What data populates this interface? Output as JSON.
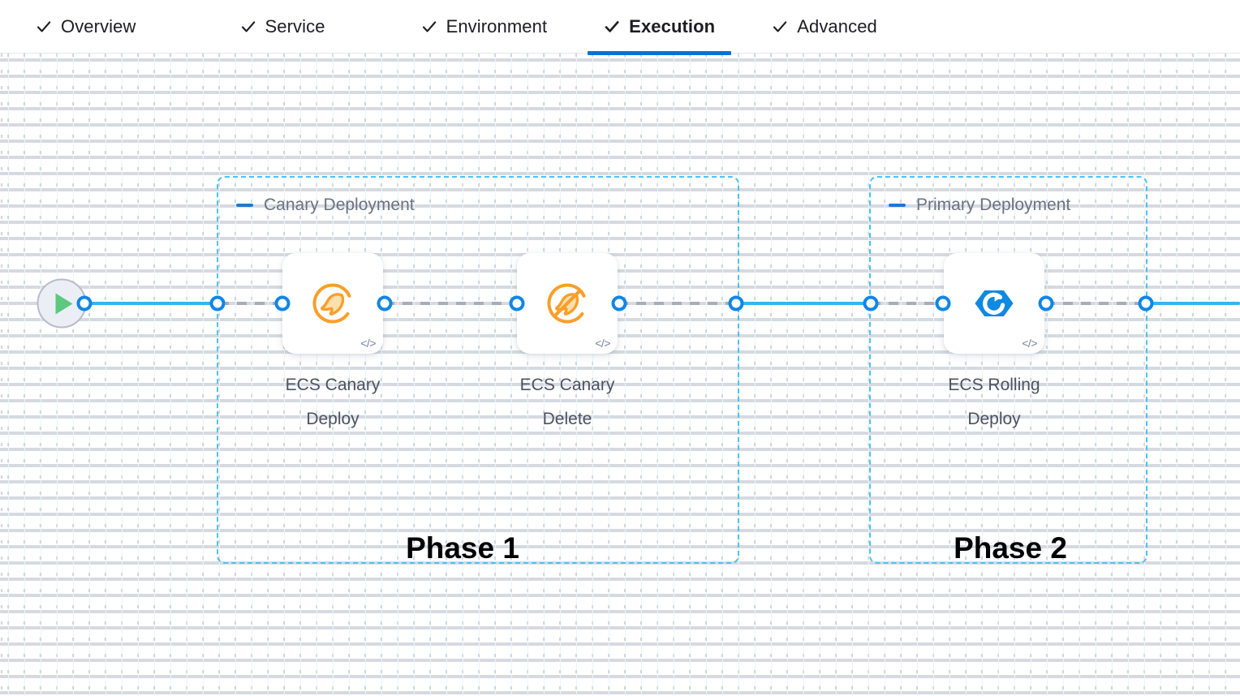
{
  "tabs": [
    {
      "id": "overview",
      "label": "Overview",
      "checked": true,
      "active": false
    },
    {
      "id": "service",
      "label": "Service",
      "checked": true,
      "active": false
    },
    {
      "id": "environment",
      "label": "Environment",
      "checked": true,
      "active": false
    },
    {
      "id": "execution",
      "label": "Execution",
      "checked": true,
      "active": true
    },
    {
      "id": "advanced",
      "label": "Advanced",
      "checked": true,
      "active": false
    }
  ],
  "canvas": {
    "start_node": {
      "icon": "play-icon"
    },
    "groups": [
      {
        "id": "canary",
        "title": "Canary Deployment",
        "collapse_icon": "minus-icon"
      },
      {
        "id": "primary",
        "title": "Primary Deployment",
        "collapse_icon": "minus-icon"
      }
    ],
    "nodes": [
      {
        "id": "ecs-canary-deploy",
        "label": "ECS Canary\nDeploy",
        "icon": "ecs-canary-deploy-icon",
        "badge": "</>"
      },
      {
        "id": "ecs-canary-delete",
        "label": "ECS Canary\nDelete",
        "icon": "ecs-canary-delete-icon",
        "badge": "</>"
      },
      {
        "id": "ecs-rolling-deploy",
        "label": "ECS Rolling\nDeploy",
        "icon": "ecs-rolling-deploy-icon",
        "badge": "</>"
      }
    ],
    "phase_captions": [
      {
        "id": "phase-1",
        "label": "Phase 1"
      },
      {
        "id": "phase-2",
        "label": "Phase 2"
      }
    ]
  },
  "colors": {
    "accent_blue": "#0b72d0",
    "edge_blue": "#33b5f0",
    "port_blue": "#0f86e6",
    "group_border": "#4cc3f5",
    "canary_orange": "#f99f2a",
    "rolling_blue": "#1089e0",
    "play_green": "#5cc97f",
    "label_grey": "#4c5261",
    "group_title_grey": "#6a7282"
  }
}
